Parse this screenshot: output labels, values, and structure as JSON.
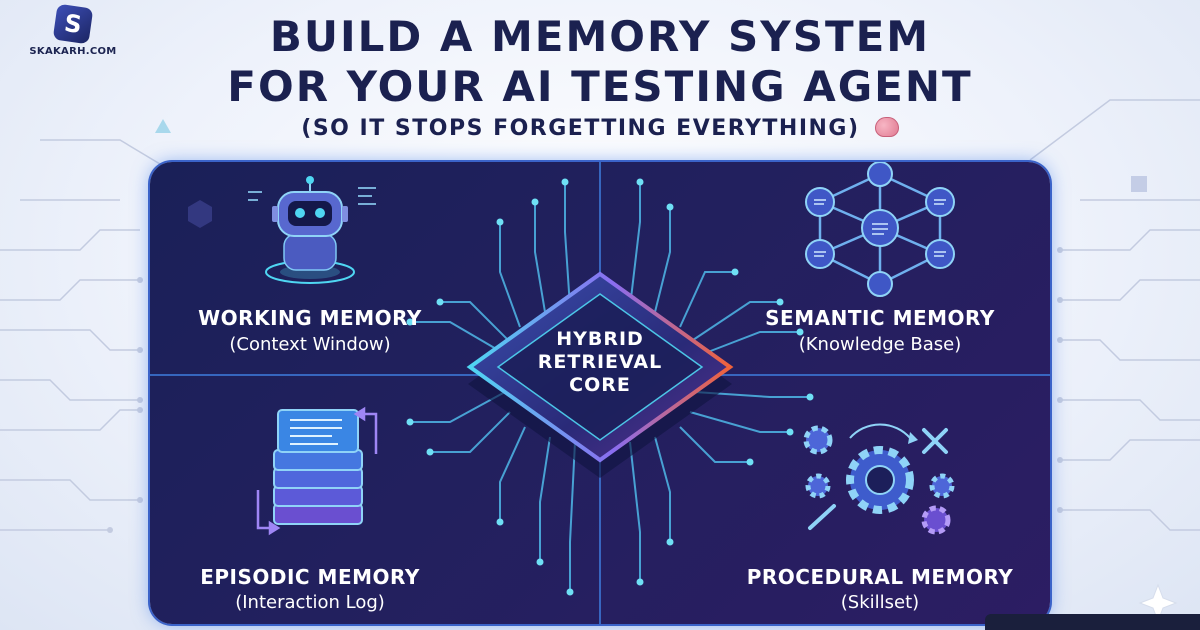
{
  "brand": {
    "logo_letter": "S",
    "site": "SKAKARH.COM"
  },
  "header": {
    "title_line1": "BUILD A MEMORY SYSTEM",
    "title_line2": "FOR YOUR AI TESTING AGENT",
    "subtitle": "(SO IT STOPS FORGETTING EVERYTHING)",
    "subtitle_icon": "brain-icon"
  },
  "core": {
    "line1": "HYBRID",
    "line2": "RETRIEVAL",
    "line3": "CORE"
  },
  "quadrants": {
    "working": {
      "title": "WORKING MEMORY",
      "subtitle": "(Context Window)",
      "icon": "robot-icon"
    },
    "semantic": {
      "title": "SEMANTIC MEMORY",
      "subtitle": "(Knowledge Base)",
      "icon": "knowledge-graph-icon"
    },
    "episodic": {
      "title": "EPISODIC MEMORY",
      "subtitle": "(Interaction Log)",
      "icon": "document-stack-icon"
    },
    "procedural": {
      "title": "PROCEDURAL MEMORY",
      "subtitle": "(Skillset)",
      "icon": "gears-tools-icon"
    }
  },
  "colors": {
    "title": "#1b2150",
    "panel": "#1e2060",
    "accent_cyan": "#4fd6f2",
    "accent_purple": "#8a6df0",
    "accent_orange": "#f0623a"
  }
}
